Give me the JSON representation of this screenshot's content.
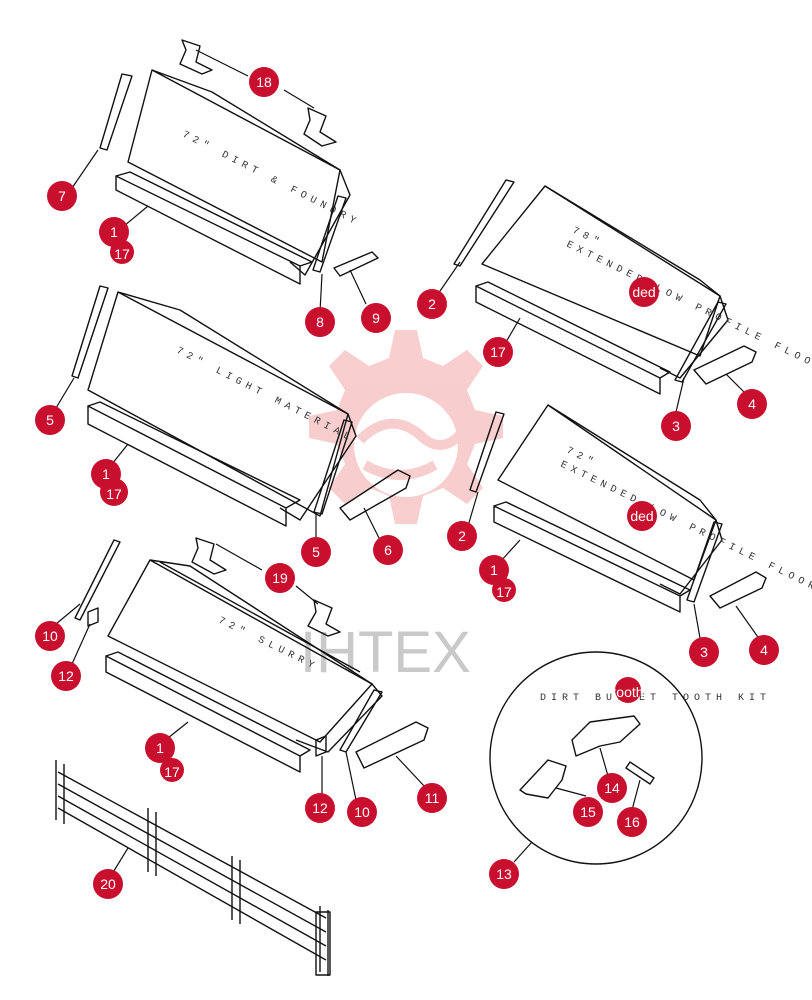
{
  "watermark": {
    "logo": "gear-handshake-logo",
    "text": "IHTEX",
    "color": "#f4a6a6"
  },
  "buckets": [
    {
      "id": "dirt-foundry",
      "label": "72\" DIRT & FOUNDRY"
    },
    {
      "id": "extended-78",
      "label_line1": "78\"",
      "label_line2": "EXTENDED LOW PROFILE FLOOR"
    },
    {
      "id": "light-material",
      "label": "72\" LIGHT MATERIAL"
    },
    {
      "id": "extended-72",
      "label_line1": "72\"",
      "label_line2": "EXTENDED LOW PROFILE FLOOR"
    },
    {
      "id": "slurry",
      "label": "72\" SLURRY"
    }
  ],
  "tooth_kit": {
    "label": "DIRT BUCKET TOOTH KIT"
  },
  "overlay_text": {
    "ded_1": "ded",
    "ded_2": "ded",
    "tooth": "tooth"
  },
  "callouts": [
    {
      "id": "c18",
      "label": "18"
    },
    {
      "id": "c7",
      "label": "7"
    },
    {
      "id": "c1a",
      "label": "1"
    },
    {
      "id": "c17a",
      "label": "17"
    },
    {
      "id": "c8",
      "label": "8"
    },
    {
      "id": "c9",
      "label": "9"
    },
    {
      "id": "c2a",
      "label": "2"
    },
    {
      "id": "c17b",
      "label": "17"
    },
    {
      "id": "c3a",
      "label": "3"
    },
    {
      "id": "c4a",
      "label": "4"
    },
    {
      "id": "c5a",
      "label": "5"
    },
    {
      "id": "c1b",
      "label": "1"
    },
    {
      "id": "c17c",
      "label": "17"
    },
    {
      "id": "c5b",
      "label": "5"
    },
    {
      "id": "c6",
      "label": "6"
    },
    {
      "id": "c2b",
      "label": "2"
    },
    {
      "id": "c1c",
      "label": "1"
    },
    {
      "id": "c17d",
      "label": "17"
    },
    {
      "id": "c3b",
      "label": "3"
    },
    {
      "id": "c4b",
      "label": "4"
    },
    {
      "id": "c19",
      "label": "19"
    },
    {
      "id": "c10a",
      "label": "10"
    },
    {
      "id": "c12a",
      "label": "12"
    },
    {
      "id": "c1d",
      "label": "1"
    },
    {
      "id": "c17e",
      "label": "17"
    },
    {
      "id": "c12b",
      "label": "12"
    },
    {
      "id": "c10b",
      "label": "10"
    },
    {
      "id": "c11",
      "label": "11"
    },
    {
      "id": "c13",
      "label": "13"
    },
    {
      "id": "c14",
      "label": "14"
    },
    {
      "id": "c15",
      "label": "15"
    },
    {
      "id": "c16",
      "label": "16"
    },
    {
      "id": "c20",
      "label": "20"
    }
  ],
  "colors": {
    "callout": "#c8102e",
    "line": "#111111"
  }
}
